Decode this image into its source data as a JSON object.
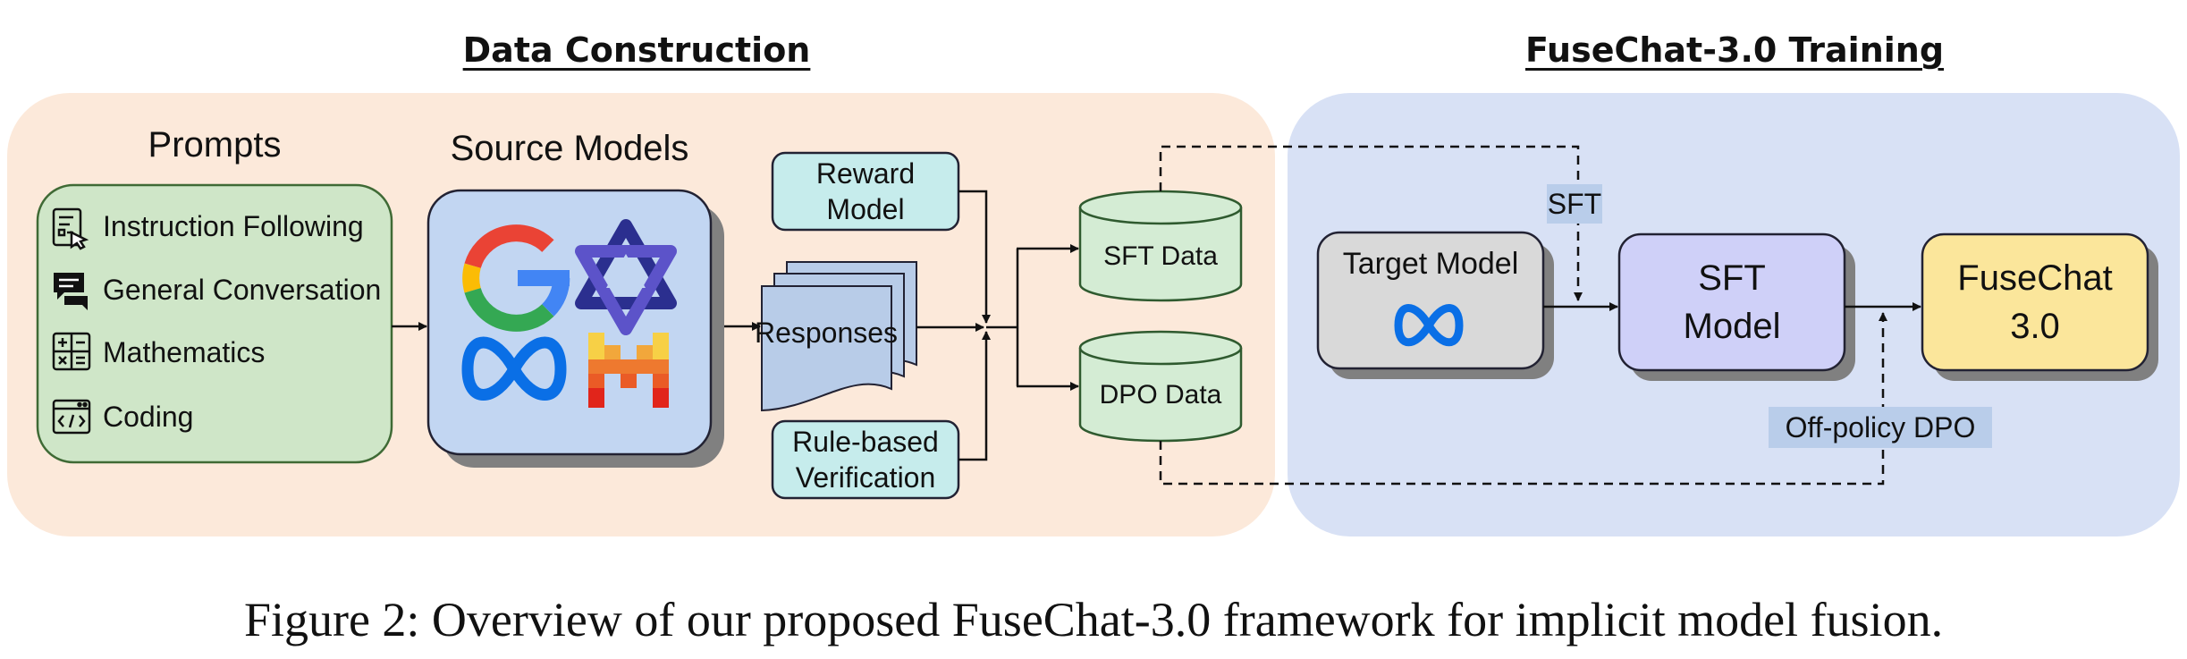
{
  "headers": {
    "data_construction": "Data Construction",
    "training": "FuseChat-3.0 Training"
  },
  "prompts": {
    "title": "Prompts",
    "items": [
      {
        "label": "Instruction Following",
        "icon": "instruction-icon"
      },
      {
        "label": "General Conversation",
        "icon": "chat-bubbles-icon"
      },
      {
        "label": "Mathematics",
        "icon": "calculator-icon"
      },
      {
        "label": "Coding",
        "icon": "code-window-icon"
      }
    ]
  },
  "source_models": {
    "title": "Source Models",
    "logos": [
      "google-logo-icon",
      "qwen-logo-icon",
      "meta-logo-icon",
      "mistral-logo-icon"
    ]
  },
  "reward_model": {
    "line1": "Reward",
    "line2": "Model"
  },
  "responses": {
    "label": "Responses"
  },
  "rule_verification": {
    "line1": "Rule-based",
    "line2": "Verification"
  },
  "sft_data": {
    "label": "SFT Data"
  },
  "dpo_data": {
    "label": "DPO Data"
  },
  "target_model": {
    "label": "Target Model",
    "logo": "meta-logo-icon"
  },
  "sft_model": {
    "line1": "SFT",
    "line2": "Model"
  },
  "fusechat": {
    "line1": "FuseChat",
    "line2": "3.0"
  },
  "edge_labels": {
    "sft": "SFT",
    "dpo": "Off-policy DPO"
  },
  "caption": "Figure 2: Overview of our proposed FuseChat-3.0 framework for implicit model fusion.",
  "colors": {
    "left_panel": "#fce9da",
    "right_panel": "#d8e1f5",
    "prompts_box": "#cfe6c8",
    "source_models_box": "#c2d6f2",
    "reward_box": "#c6ecec",
    "responses_doc": "#b8cce8",
    "data_cylinder": "#d4ecd4",
    "target_box": "#d9d9d9",
    "sft_model_box": "#cfd0f8",
    "fusechat_box": "#fbe69b",
    "edge_label_bg": "#b9cdea"
  }
}
